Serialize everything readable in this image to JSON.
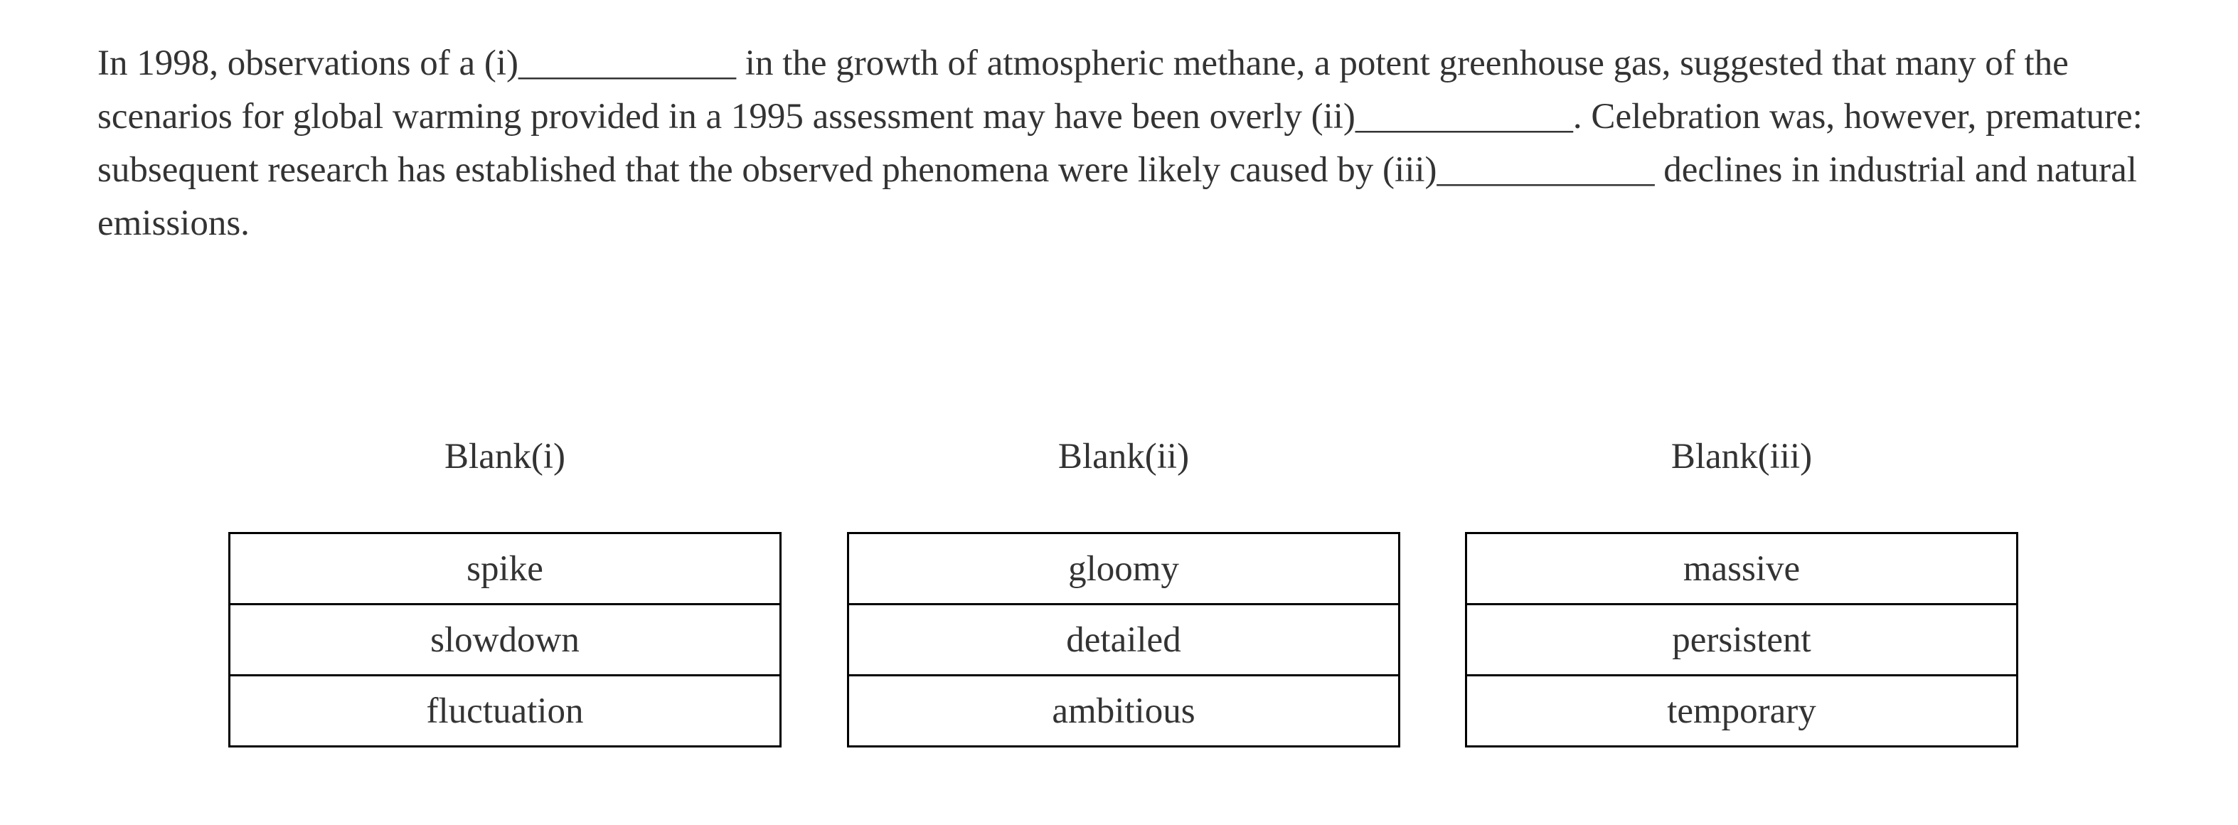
{
  "passage": {
    "segments": [
      "In 1998, observations of a ",
      "(i)____________",
      " in the growth of atmospheric methane, a potent greenhouse gas, suggested that many of the scenarios for global warming provided in a 1995 assessment may have been overly ",
      "(ii)____________",
      ". Celebration was, however, premature: subsequent research has established that the observed phenomena were likely caused by ",
      "(iii)____________",
      " declines in industrial and natural emissions."
    ]
  },
  "blanks": [
    {
      "header": "Blank(i)",
      "options": [
        "spike",
        "slowdown",
        "fluctuation"
      ]
    },
    {
      "header": "Blank(ii)",
      "options": [
        "gloomy",
        "detailed",
        "ambitious"
      ]
    },
    {
      "header": "Blank(iii)",
      "options": [
        "massive",
        "persistent",
        "temporary"
      ]
    }
  ]
}
